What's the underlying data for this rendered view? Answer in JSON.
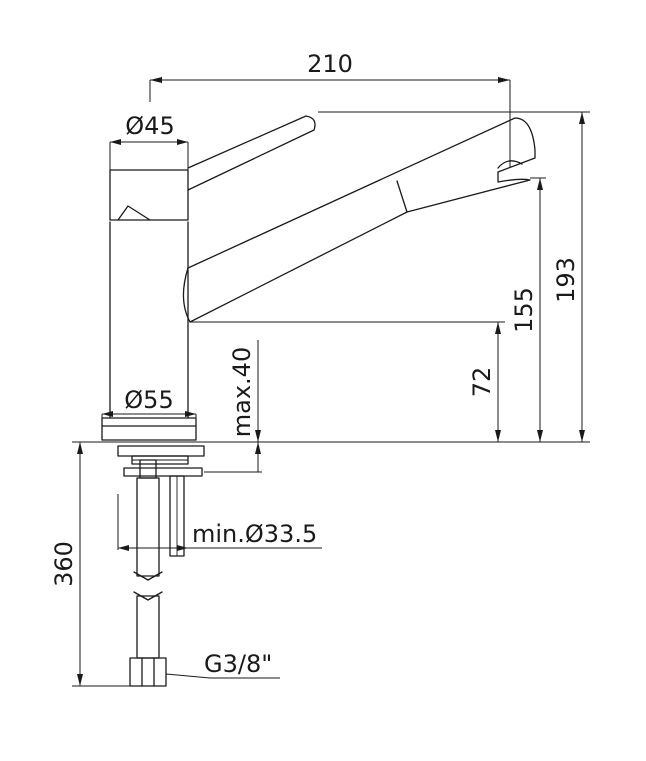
{
  "dimensions": {
    "spout_reach": "210",
    "lever_diameter": "Ø45",
    "base_diameter": "Ø55",
    "total_height": "193",
    "spout_height": "155",
    "body_height": "72",
    "max_deck_thickness": "max.40",
    "min_hole_diameter": "min.Ø33.5",
    "hose_length": "360",
    "thread_size": "G3/8\""
  }
}
